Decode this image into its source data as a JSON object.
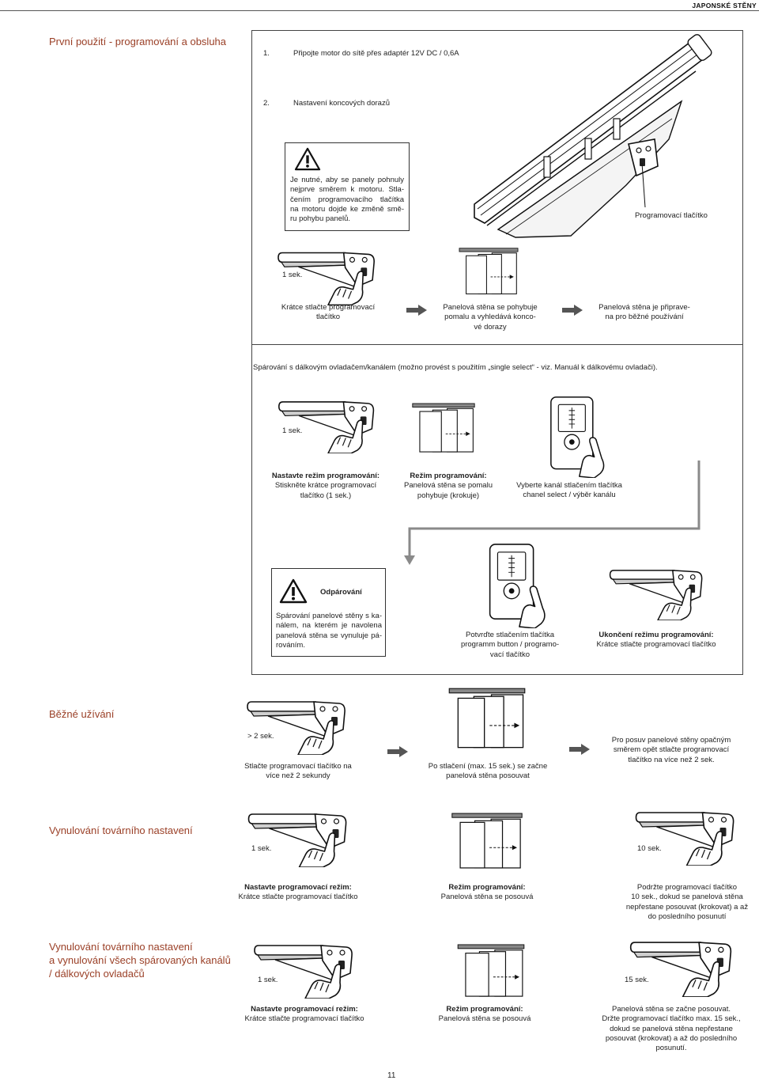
{
  "theme": {
    "heading_color": "#9a3f26"
  },
  "header": {
    "title": "JAPONSKÉ STĚNY"
  },
  "first_use": {
    "heading": "První použití - programování a obsluha",
    "step1": {
      "number": "1.",
      "text": "Připojte motor do sítě přes adaptér 12V DC / 0,6A"
    },
    "step2": {
      "number": "2.",
      "text": "Nastavení koncových dorazů"
    },
    "warning_lines": [
      "Je nutné, aby se panely pohnuly",
      "nejprve směrem k motoru. Stla-",
      "čením programovacího tlačítka",
      "na motoru dojde ke změně smě-",
      "ru pohybu panelů."
    ],
    "button_label": "Programovací tlačítko",
    "duration": "1 sek.",
    "captions": [
      [
        "Krátce stlačte programovací",
        "tlačítko"
      ],
      [
        "Panelová stěna se pohybuje",
        "pomalu a vyhledává konco-",
        "vé dorazy"
      ],
      [
        "Panelová stěna je připrave-",
        "na pro běžné používání"
      ]
    ]
  },
  "pairing": {
    "intro": "Spárování s dálkovým ovladačem/kanálem (možno provést s použitím „single select“ - viz. Manuál k dálkovému ovladači).",
    "duration": "1 sek.",
    "step_program": {
      "title": "Nastavte režim programování:",
      "lines": [
        "Stiskněte krátce programovací",
        "tlačítko (1 sek.)"
      ]
    },
    "step_mode": {
      "title": "Režim programování:",
      "lines": [
        "Panelová stěna se pomalu",
        "pohybuje (krokuje)"
      ]
    },
    "step_channel": {
      "lines": [
        "Vyberte kanál stlačením tlačítka",
        "chanel select / výběr kanálu"
      ]
    },
    "unpair": {
      "title": "Odpárování",
      "lines": [
        "Spárování panelové stěny s ka-",
        "nálem, na kterém je navolena",
        "panelová stěna se vynuluje pá-",
        "rováním."
      ]
    },
    "confirm": {
      "lines": [
        "Potvrďte stlačením tlačítka",
        "programm button / programo-",
        "vací tlačítko"
      ]
    },
    "finish": {
      "title": "Ukončení režimu programování:",
      "lines": [
        "Krátce stlačte programovací tlačítko"
      ]
    }
  },
  "normal_use": {
    "heading": "Běžné užívání",
    "duration": "> 2 sek.",
    "captions": [
      [
        "Stlačte programovací tlačítko na",
        "více než 2 sekundy"
      ],
      [
        "Po stlačení (max. 15 sek.) se začne",
        "panelová stěna posouvat"
      ],
      [
        "Pro posuv panelové stěny opačným",
        "směrem opět stlačte programovací",
        "tlačítko na více než 2 sek."
      ]
    ]
  },
  "factory_reset": {
    "heading": "Vynulování továrního nastavení",
    "duration_start": "1 sek.",
    "duration_hold": "10 sek.",
    "step_program": {
      "title": "Nastavte programovací režim:",
      "lines": [
        "Krátce stlačte programovací tlačítko"
      ]
    },
    "step_mode": {
      "title": "Režim programování:",
      "lines": [
        "Panelová stěna se posouvá"
      ]
    },
    "step_hold": {
      "lines": [
        "Podržte programovací tlačítko",
        "10 sek., dokud se panelová stěna",
        "nepřestane posouvat (krokovat) a až",
        "do posledního posunutí"
      ]
    }
  },
  "full_reset": {
    "heading_lines": [
      "Vynulování továrního nastavení",
      "a vynulování všech spárovaných kanálů",
      "/ dálkových ovladačů"
    ],
    "duration_start": "1 sek.",
    "duration_hold": "15 sek.",
    "step_program": {
      "title": "Nastavte programovací režim:",
      "lines": [
        "Krátce stlačte programovací tlačítko"
      ]
    },
    "step_mode": {
      "title": "Režim programování:",
      "lines": [
        "Panelová stěna se posouvá"
      ]
    },
    "step_hold": {
      "lines": [
        "Panelová stěna se začne posouvat.",
        "Držte programovací tlačítko max. 15 sek.,",
        "dokud se panelová stěna nepřestane",
        "posouvat (krokovat) a až do posledního",
        "posunutí."
      ]
    }
  },
  "page_number": "11"
}
